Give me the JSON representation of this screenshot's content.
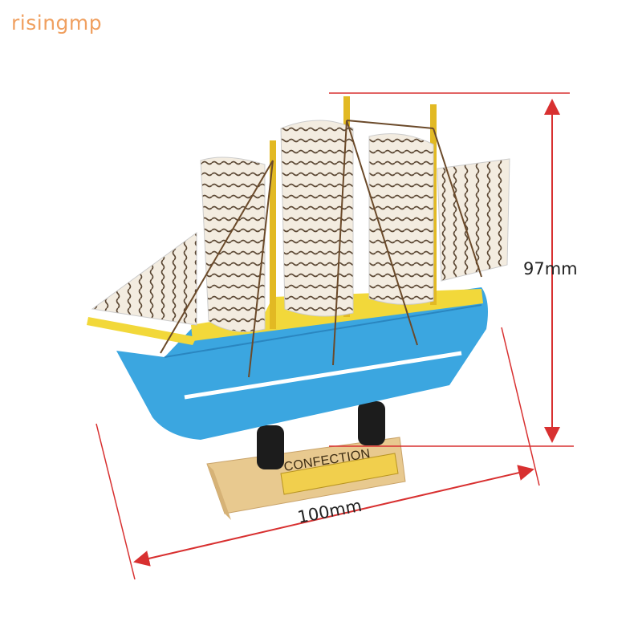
{
  "watermark": "risingmp",
  "plaque_text": "CONFECTION",
  "dimensions": {
    "height": "97mm",
    "width": "100mm"
  },
  "colors": {
    "hull_blue": "#3ba6e0",
    "deck_yellow": "#f2d83a",
    "sail_cream": "#f3ece0",
    "sail_stripe": "#5a4632",
    "base_wood": "#e8c98f",
    "stand_black": "#1c1c1c",
    "dimension_line": "#d83030",
    "watermark": "#f0a060"
  }
}
